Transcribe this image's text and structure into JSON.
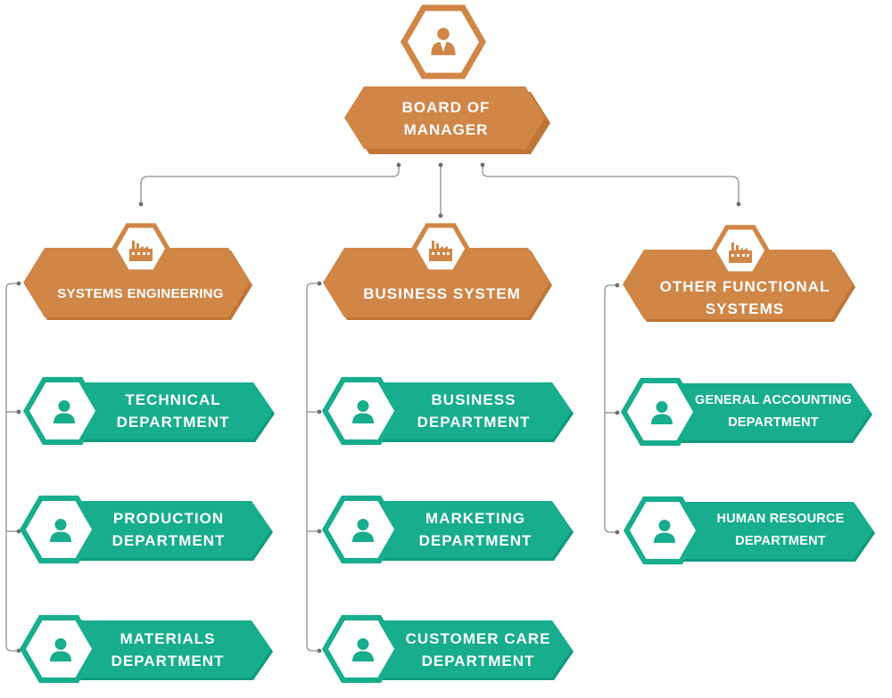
{
  "colors": {
    "manager": "#d08647",
    "manager_shadow": "#bf7535",
    "department": "#17ad8d",
    "department_shadow": "#0f9b7c",
    "connector": "#8f8f8f"
  },
  "icons": {
    "top": "person-with-tie-icon",
    "systems": "factory-icon",
    "departments": "person-icon"
  },
  "top": {
    "line1": "BOARD OF",
    "line2": "MANAGER"
  },
  "systems": [
    {
      "line1": "SYSTEMS ENGINEERING",
      "line2": ""
    },
    {
      "line1": "BUSINESS SYSTEM",
      "line2": ""
    },
    {
      "line1": "OTHER FUNCTIONAL",
      "line2": "SYSTEMS"
    }
  ],
  "departments": [
    [
      {
        "line1": "TECHNICAL",
        "line2": "DEPARTMENT"
      },
      {
        "line1": "PRODUCTION",
        "line2": "DEPARTMENT"
      },
      {
        "line1": "MATERIALS",
        "line2": "DEPARTMENT"
      }
    ],
    [
      {
        "line1": "BUSINESS",
        "line2": "DEPARTMENT"
      },
      {
        "line1": "MARKETING",
        "line2": "DEPARTMENT"
      },
      {
        "line1": "CUSTOMER CARE",
        "line2": "DEPARTMENT"
      }
    ],
    [
      {
        "line1": "GENERAL ACCOUNTING",
        "line2": "DEPARTMENT"
      },
      {
        "line1": "HUMAN RESOURCE",
        "line2": "DEPARTMENT"
      }
    ]
  ]
}
